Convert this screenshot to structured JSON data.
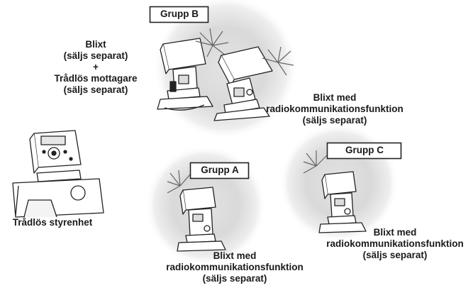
{
  "groups": {
    "b": {
      "title": "Grupp B"
    },
    "a": {
      "title": "Grupp A"
    },
    "c": {
      "title": "Grupp C"
    }
  },
  "labels": {
    "flash_receiver": [
      "Blixt",
      "(säljs separat)",
      "+",
      "Trådlös mottagare",
      "(säljs separat)"
    ],
    "radio_flash_b": [
      "Blixt med",
      "radiokommunikationsfunktion",
      "(säljs separat)"
    ],
    "radio_flash_a": [
      "Blixt med",
      "radiokommunikationsfunktion",
      "(säljs separat)"
    ],
    "radio_flash_c": [
      "Blixt med",
      "radiokommunikationsfunktion",
      "(säljs separat)"
    ],
    "commander": "Trådlös styrenhet"
  }
}
